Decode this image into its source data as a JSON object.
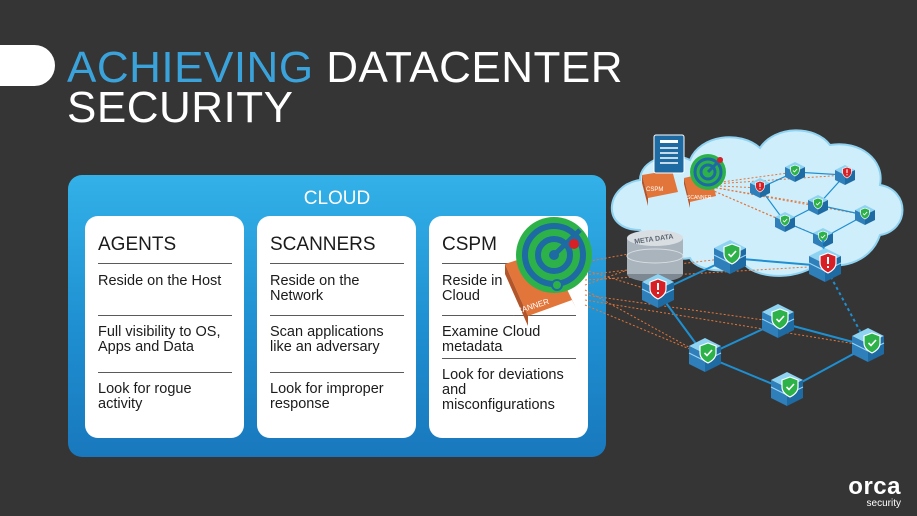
{
  "title": {
    "accent": "ACHIEVING",
    "rest": " DATACENTER",
    "line2": "SECURITY"
  },
  "cloud_label": "CLOUD",
  "cards": [
    {
      "title": "AGENTS",
      "items": [
        "Reside on the Host",
        "Full visibility to OS, Apps and Data",
        "Look for rogue activity"
      ]
    },
    {
      "title": "SCANNERS",
      "items": [
        "Reside on the Network",
        "Scan applications like an adversary",
        "Look for improper response"
      ]
    },
    {
      "title": "CSPM",
      "items": [
        "Reside in Cloud",
        "Examine Cloud metadata",
        "Look for deviations and misconfigurations"
      ]
    }
  ],
  "illustration": {
    "cspm_box_label": "CSPM",
    "scanner_small_label": "SCANNER",
    "scanner_large_label": "SCANNER",
    "metadata_label": "META DATA"
  },
  "logo": {
    "word": "orca",
    "sub": "security"
  },
  "colors": {
    "background": "#353535",
    "accent_blue": "#3ba3dc",
    "cloud_box": "#2a9fdf",
    "scanner_orange": "#e2763a",
    "shield_green": "#2db24a",
    "alert_red": "#d62026"
  }
}
